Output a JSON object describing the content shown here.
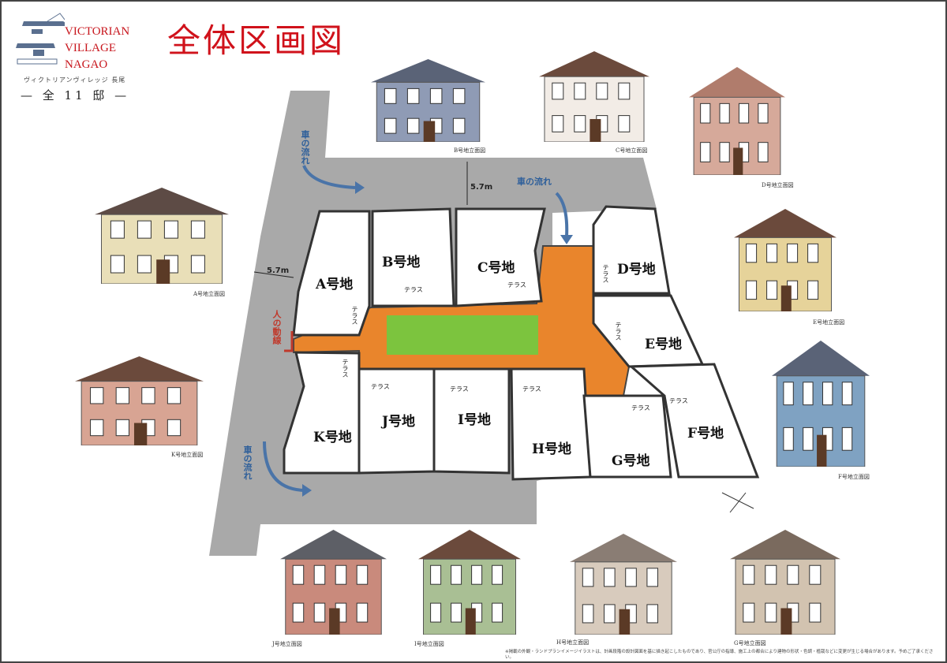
{
  "logo": {
    "line1": "VICTORIAN",
    "line2": "VILLAGE",
    "line3": "NAGAO",
    "kana": "ヴィクトリアンヴィレッジ 長尾",
    "count": "— 全 11 邸 —"
  },
  "title": "全体区画図",
  "lots": {
    "A": "A号地",
    "B": "B号地",
    "C": "C号地",
    "D": "D号地",
    "E": "E号地",
    "F": "F号地",
    "G": "G号地",
    "H": "H号地",
    "I": "I号地",
    "J": "J号地",
    "K": "K号地"
  },
  "terrace": "テラス",
  "road": {
    "flow": "車の流れ",
    "width": "5.7m",
    "pedestrian": "人の動線"
  },
  "elevations": [
    {
      "id": "B",
      "caption": "B号地立面図",
      "wall": "#8f9bb5",
      "roof": "#5a6377"
    },
    {
      "id": "C",
      "caption": "C号地立面図",
      "wall": "#f2ece6",
      "roof": "#6b4a3c"
    },
    {
      "id": "D",
      "caption": "D号地立面図",
      "wall": "#d6a99a",
      "roof": "#b07c6c"
    },
    {
      "id": "A",
      "caption": "A号地立面図",
      "wall": "#e9dfb8",
      "roof": "#5d4b45"
    },
    {
      "id": "E",
      "caption": "E号地立面図",
      "wall": "#e6d39a",
      "roof": "#6b4a3c"
    },
    {
      "id": "K",
      "caption": "K号地立面図",
      "wall": "#d8a493",
      "roof": "#6b4a3c"
    },
    {
      "id": "F",
      "caption": "F号地立面図",
      "wall": "#7fa2c2",
      "roof": "#5a6377"
    },
    {
      "id": "J",
      "caption": "J号地立面図",
      "wall": "#c98a7c",
      "roof": "#5d5f66"
    },
    {
      "id": "I",
      "caption": "I号地立面図",
      "wall": "#a9bf94",
      "roof": "#6b4a3c"
    },
    {
      "id": "H",
      "caption": "H号地立面図",
      "wall": "#d8cbbd",
      "roof": "#8a7d74"
    },
    {
      "id": "G",
      "caption": "G号地立面図",
      "wall": "#d2c3b0",
      "roof": "#7a6a5e"
    }
  ],
  "note": "※掲載の外観・ランドプランイメージイラストは、計画段階の設計図面を基に描き起こしたものであり、官公庁の指導、施工上の都合により建物の形状・色調・植栽などに変更が生じる場合があります。予めご了承ください。"
}
